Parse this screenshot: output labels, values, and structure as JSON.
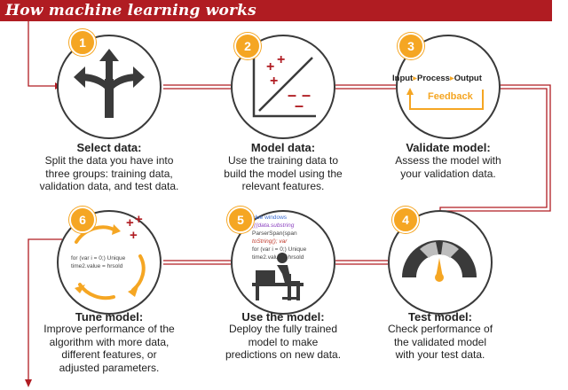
{
  "header": {
    "title": "How machine learning works"
  },
  "steps": [
    {
      "number": "1",
      "title": "Select data:",
      "desc": [
        "Split the data you have into",
        "three groups: training data,",
        "validation data, and test data."
      ],
      "icon": "split-arrows-icon"
    },
    {
      "number": "2",
      "title": "Model data:",
      "desc": [
        "Use the training data to",
        "build the model using the",
        "relevant features."
      ],
      "icon": "scatter-plot-icon"
    },
    {
      "number": "3",
      "title": "Validate model:",
      "desc": [
        "Assess the model with",
        "your validation data."
      ],
      "icon": "process-feedback-icon"
    },
    {
      "number": "4",
      "title": "Test model:",
      "desc": [
        "Check performance of",
        "the validated model",
        "with your test data."
      ],
      "icon": "gauge-icon"
    },
    {
      "number": "5",
      "title": "Use the model:",
      "desc": [
        "Deploy the fully trained",
        "model to make",
        "predictions on new data."
      ],
      "icon": "person-at-computer-icon"
    },
    {
      "number": "6",
      "title": "Tune model:",
      "desc": [
        "Improve performance of the",
        "algorithm with more data,",
        "different features, or",
        "adjusted parameters."
      ],
      "icon": "cycle-arrows-icon"
    }
  ],
  "validate_icon": {
    "input": "Input",
    "process": "Process",
    "output": "Output",
    "feedback": "Feedback"
  },
  "model_symbols": {
    "plus": "+",
    "minus": "–"
  },
  "code_use": [
    "blue windows",
    "(((data.substring",
    "ParserSpan(span",
    "toString(); var",
    "for (var i = 0;) Unique",
    "time2.value = hrsold"
  ],
  "code_tune": [
    "for (var i = 0;) Unique",
    "time2.value = hrsold"
  ],
  "colors": {
    "header": "#b01c22",
    "accent": "#f5a623",
    "flow_line": "#b01c22",
    "dark": "#3a3a3a"
  }
}
